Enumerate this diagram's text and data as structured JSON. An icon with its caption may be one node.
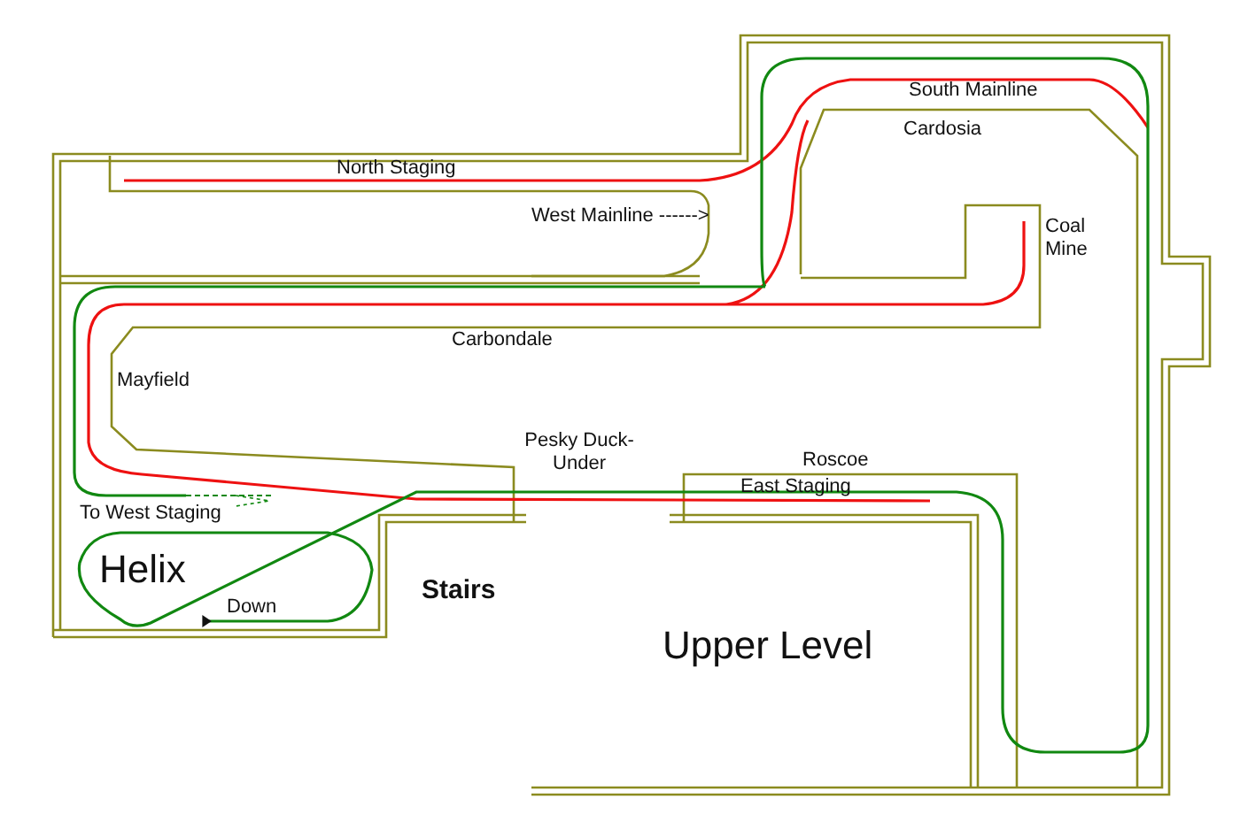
{
  "diagram": {
    "labels": [
      "South Mainline",
      "North Staging",
      "Cardosia",
      "West Mainline ------>",
      "Coal Mine",
      "Carbondale",
      "Mayfield",
      "Pesky Duck-Under",
      "Roscoe",
      "To West Staging",
      "East Staging",
      "Helix",
      "Stairs",
      "Down",
      "Upper Level"
    ]
  }
}
